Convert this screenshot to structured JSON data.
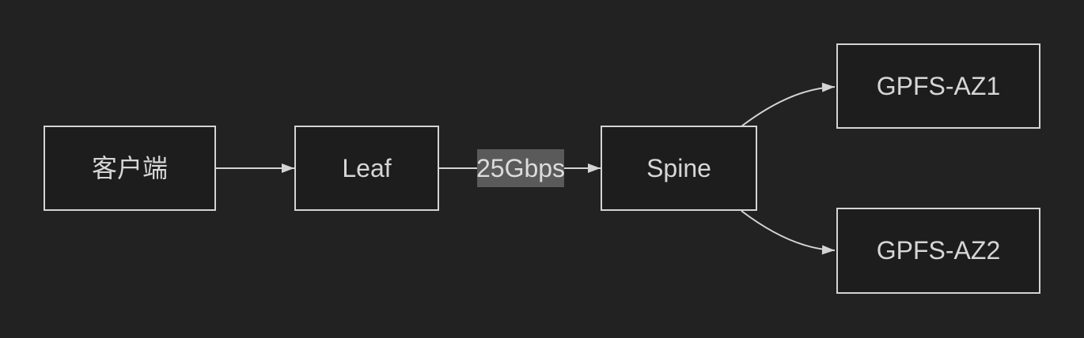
{
  "diagram": {
    "colors": {
      "background": "#222222",
      "node_fill": "#1d1d1d",
      "node_border": "#d4d4d4",
      "node_text": "#d6d6d6",
      "edge_stroke": "#d4d4d4",
      "edge_label_background": "#5a5a5a",
      "edge_label_text": "#dcdcdc"
    },
    "nodes": [
      {
        "id": "client",
        "label": "客户端"
      },
      {
        "id": "leaf",
        "label": "Leaf"
      },
      {
        "id": "spine",
        "label": "Spine"
      },
      {
        "id": "gpfs-az1",
        "label": "GPFS-AZ1"
      },
      {
        "id": "gpfs-az2",
        "label": "GPFS-AZ2"
      }
    ],
    "edges": [
      {
        "from": "client",
        "to": "leaf",
        "label": ""
      },
      {
        "from": "leaf",
        "to": "spine",
        "label": "25Gbps"
      },
      {
        "from": "spine",
        "to": "gpfs-az1",
        "label": ""
      },
      {
        "from": "spine",
        "to": "gpfs-az2",
        "label": ""
      }
    ]
  }
}
